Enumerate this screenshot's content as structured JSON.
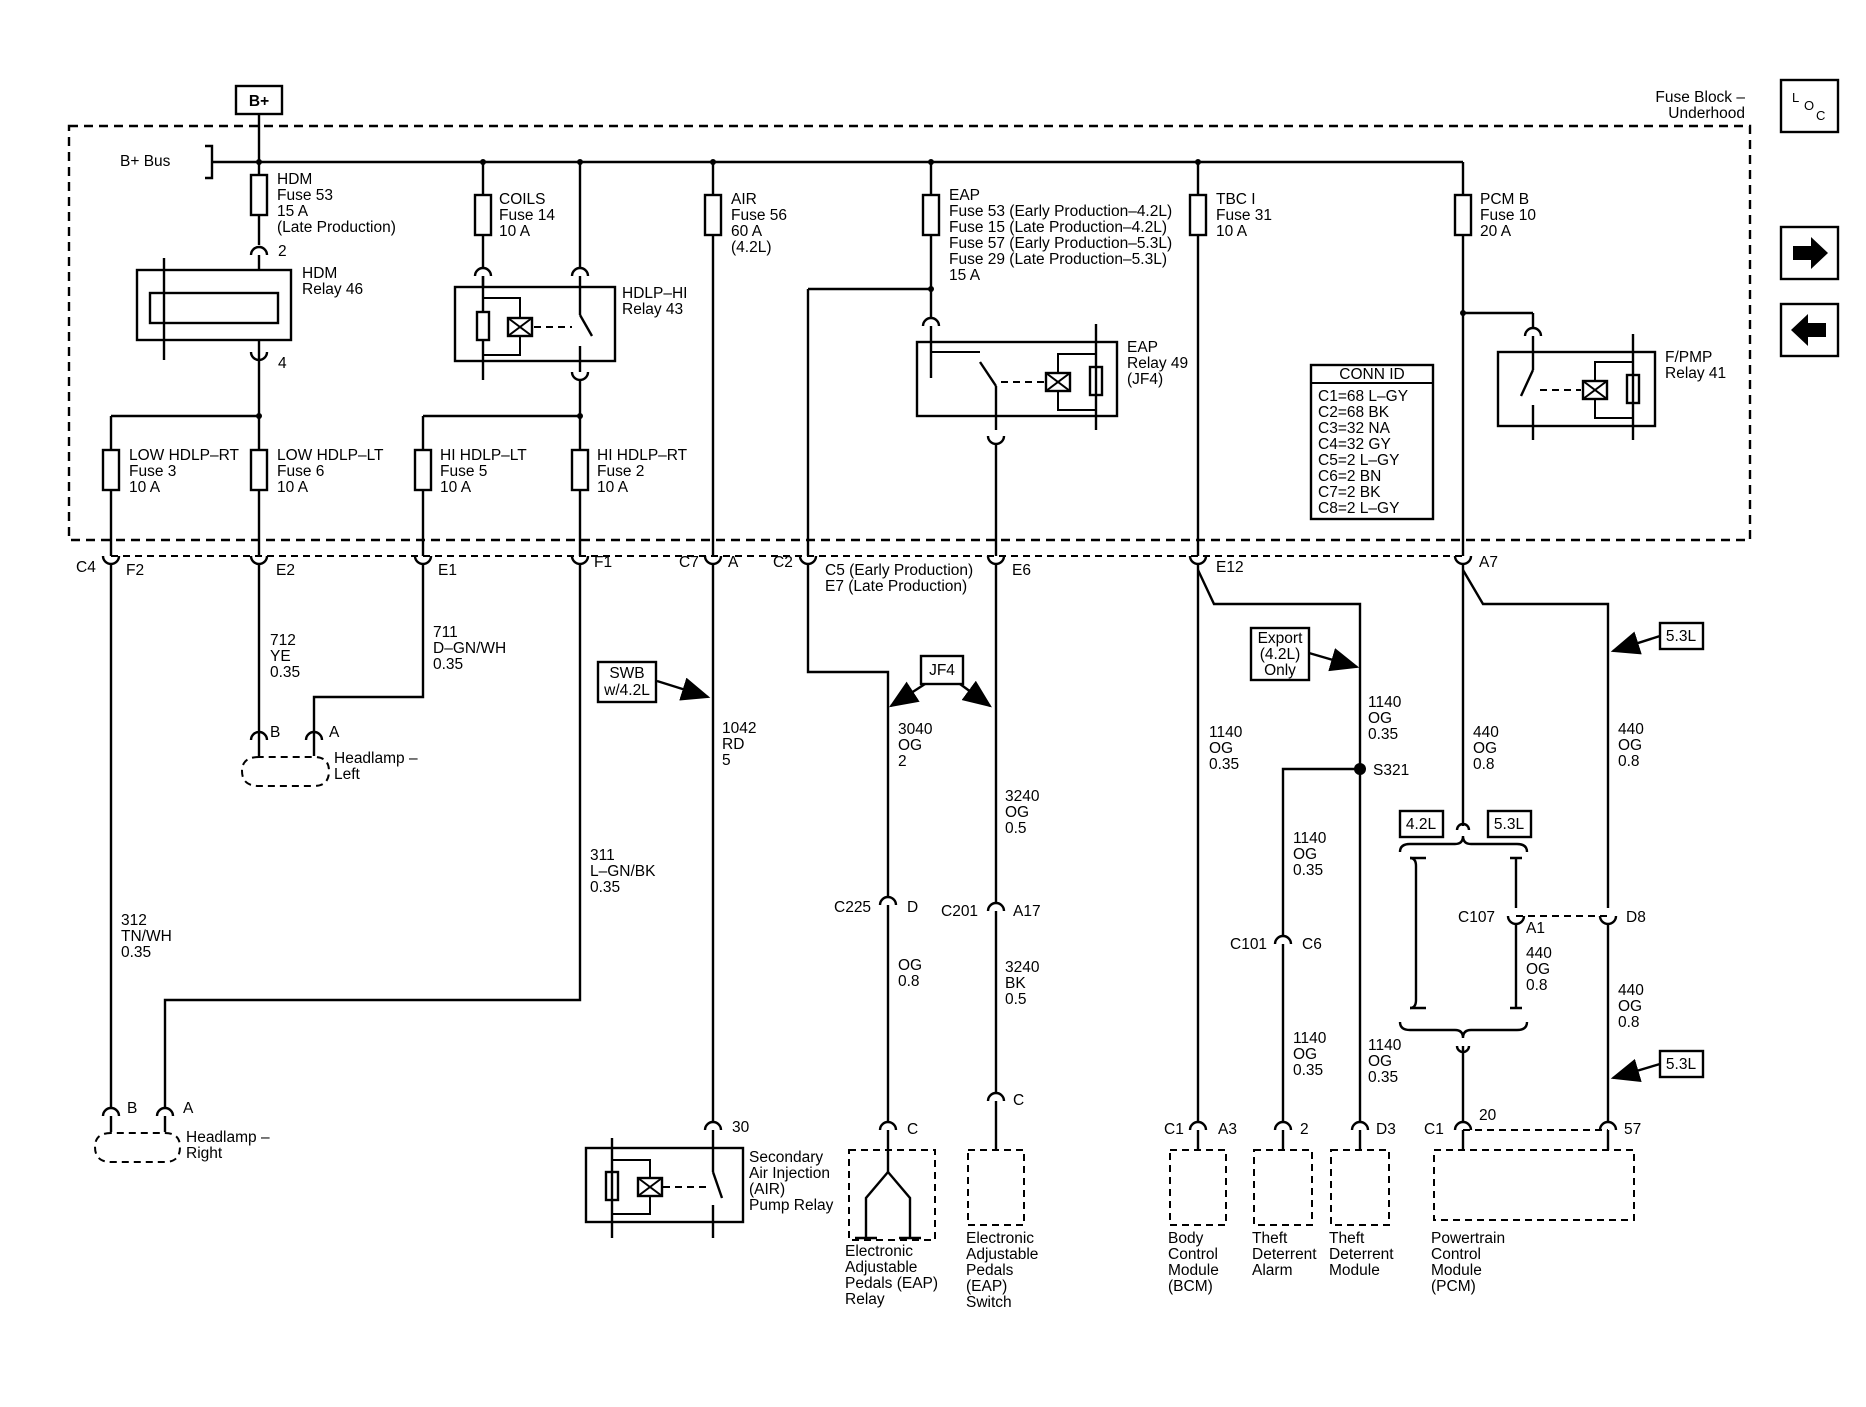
{
  "power": {
    "label": "B+",
    "bus_label": "B+ Bus"
  },
  "fuse_block": {
    "title": [
      "Fuse Block –",
      "Underhood"
    ]
  },
  "loc": {
    "letters": [
      "L",
      "O",
      "C"
    ]
  },
  "nav": {
    "forward_icon": "arrow-right-icon",
    "back_icon": "arrow-left-icon"
  },
  "fuses": {
    "hdm": [
      "HDM",
      "Fuse 53",
      "15 A",
      "(Late Production)"
    ],
    "coils": [
      "COILS",
      "Fuse 14",
      "10 A"
    ],
    "air": [
      "AIR",
      "Fuse 56",
      "60 A",
      "(4.2L)"
    ],
    "eap": [
      "EAP",
      "Fuse 53 (Early Production–4.2L)",
      "Fuse 15 (Late Production–4.2L)",
      "Fuse 57 (Early Production–5.3L)",
      "Fuse 29 (Late Production–5.3L)",
      "15 A"
    ],
    "tbc": [
      "TBC I",
      "Fuse 31",
      "10 A"
    ],
    "pcmb": [
      "PCM B",
      "Fuse 10",
      "20 A"
    ],
    "low_rt": [
      "LOW HDLP–RT",
      "Fuse 3",
      "10 A"
    ],
    "low_lt": [
      "LOW HDLP–LT",
      "Fuse 6",
      "10 A"
    ],
    "hi_lt": [
      "HI HDLP–LT",
      "Fuse 5",
      "10 A"
    ],
    "hi_rt": [
      "HI HDLP–RT",
      "Fuse 2",
      "10 A"
    ]
  },
  "relays": {
    "hdm": [
      "HDM",
      "Relay 46"
    ],
    "hdlp_hi": [
      "HDLP–HI",
      "Relay 43"
    ],
    "eap": [
      "EAP",
      "Relay 49",
      "(JF4)"
    ],
    "fpmp": [
      "F/PMP",
      "Relay 41"
    ]
  },
  "conn_id": {
    "title": "CONN ID",
    "rows": [
      "C1=68 L–GY",
      "C2=68 BK",
      "C3=32 NA",
      "C4=32 GY",
      "C5=2 L–GY",
      "C6=2 BN",
      "C7=2 BK",
      "C8=2 L–GY"
    ]
  },
  "pins": {
    "p2": "2",
    "p4": "4",
    "c4": "C4",
    "f2": "F2",
    "e2": "E2",
    "e1": "E1",
    "f1": "F1",
    "c7": "C7",
    "a": "A",
    "c2": "C2",
    "c5": "C5 (Early Production)",
    "e7": "E7 (Late Production)",
    "e6": "E6",
    "e12": "E12",
    "a7": "A7",
    "hl_b": "B",
    "hl_a": "A",
    "hr_b": "B",
    "hr_a": "A",
    "c225": "C225",
    "d": "D",
    "c201": "C201",
    "a17": "A17",
    "c101": "C101",
    "c6": "C6",
    "c107": "C107",
    "a1": "A1",
    "d8": "D8",
    "p30": "30",
    "pc1": "C",
    "pc2": "C",
    "bcm_c1": "C1",
    "bcm_a3": "A3",
    "p2b": "2",
    "d3": "D3",
    "pcm_c1": "C1",
    "p20": "20",
    "p57": "57"
  },
  "wires": {
    "w712": [
      "712",
      "YE",
      "0.35"
    ],
    "w711": [
      "711",
      "D–GN/WH",
      "0.35"
    ],
    "w311": [
      "311",
      "L–GN/BK",
      "0.35"
    ],
    "w312": [
      "312",
      "TN/WH",
      "0.35"
    ],
    "w1042": [
      "1042",
      "RD",
      "5"
    ],
    "w3040": [
      "3040",
      "OG",
      "2"
    ],
    "w3240a": [
      "3240",
      "OG",
      "0.5"
    ],
    "w3240b": [
      "3240",
      "BK",
      "0.5"
    ],
    "wog08": [
      "OG",
      "0.8"
    ],
    "w1140a": [
      "1140",
      "OG",
      "0.35"
    ],
    "w1140b": [
      "1140",
      "OG",
      "0.35"
    ],
    "w1140c": [
      "1140",
      "OG",
      "0.35"
    ],
    "w1140d": [
      "1140",
      "OG",
      "0.35"
    ],
    "w1140e": [
      "1140",
      "OG",
      "0.35"
    ],
    "w440a": [
      "440",
      "OG",
      "0.8"
    ],
    "w440b": [
      "440",
      "OG",
      "0.8"
    ],
    "w440c": [
      "440",
      "OG",
      "0.8"
    ],
    "w440d": [
      "440",
      "OG",
      "0.8"
    ]
  },
  "splice": "S321",
  "options": {
    "swb": [
      "SWB",
      "w/4.2L"
    ],
    "jf4": "JF4",
    "export": [
      "Export",
      "(4.2L)",
      "Only"
    ],
    "l53a": "5.3L",
    "l53b": "5.3L",
    "l42": "4.2L",
    "l53c": "5.3L"
  },
  "components": {
    "headlamp_left": [
      "Headlamp –",
      "Left"
    ],
    "headlamp_right": [
      "Headlamp –",
      "Right"
    ],
    "air_relay": [
      "Secondary",
      "Air Injection",
      "(AIR)",
      "Pump Relay"
    ],
    "eap_relay": [
      "Electronic",
      "Adjustable",
      "Pedals (EAP)",
      "Relay"
    ],
    "eap_switch": [
      "Electronic",
      "Adjustable",
      "Pedals",
      "(EAP)",
      "Switch"
    ],
    "bcm": [
      "Body",
      "Control",
      "Module",
      "(BCM)"
    ],
    "theft_alarm": [
      "Theft",
      "Deterrent",
      "Alarm"
    ],
    "theft_module": [
      "Theft",
      "Deterrent",
      "Module"
    ],
    "pcm": [
      "Powertrain",
      "Control",
      "Module",
      "(PCM)"
    ]
  }
}
